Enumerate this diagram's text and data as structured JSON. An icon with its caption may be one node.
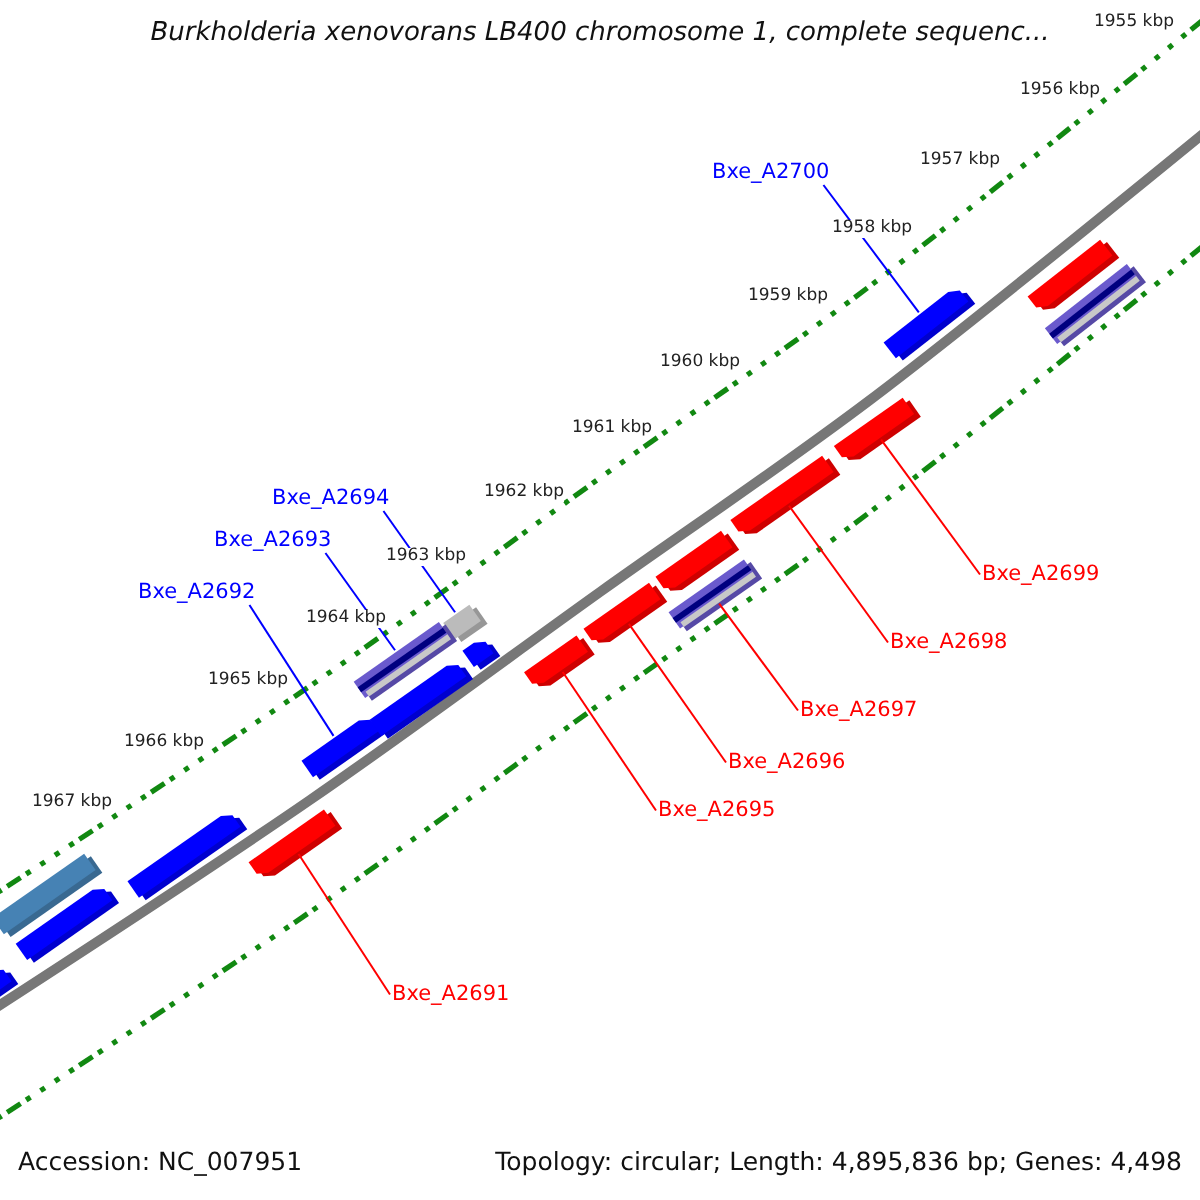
{
  "diagram": {
    "title": "Burkholderia xenovorans LB400 chromosome 1, complete sequenc...",
    "nodes": [
      {
        "text": [
          "Bxe_A2700"
        ]
      },
      {
        "text": [
          "Bxe_A2694"
        ]
      },
      {
        "text": [
          "Bxe_A2693"
        ]
      },
      {
        "text": [
          "Bxe_A2692"
        ]
      },
      {
        "text": [
          "Bxe_A2699"
        ]
      },
      {
        "text": [
          "Bxe_A2698"
        ]
      },
      {
        "text": [
          "Bxe_A2697"
        ]
      },
      {
        "text": [
          "Bxe_A2696"
        ]
      },
      {
        "text": [
          "Bxe_A2695"
        ]
      },
      {
        "text": [
          "Bxe_A2691"
        ]
      },
      {
        "text": [],
        "shape": "arrow"
      },
      {
        "text": [],
        "shape": "bar"
      },
      {
        "text": [],
        "shape": "bar"
      },
      {
        "text": [],
        "shape": "arrow"
      },
      {
        "text": [],
        "shape": "arrow"
      },
      {
        "text": [],
        "shape": "arrow"
      },
      {
        "text": [],
        "shape": "bar"
      },
      {
        "text": [],
        "shape": "arrow"
      },
      {
        "text": [],
        "shape": "arrow"
      },
      {
        "text": [],
        "shape": "arrow"
      },
      {
        "text": [],
        "shape": "arrow"
      },
      {
        "text": [],
        "shape": "bar"
      },
      {
        "text": [],
        "shape": "arrow"
      },
      {
        "text": [],
        "shape": "arrow"
      },
      {
        "text": [],
        "shape": "arrow"
      },
      {
        "text": [],
        "shape": "arrow"
      },
      {
        "text": [],
        "shape": "arrow"
      },
      {
        "text": [],
        "shape": "arrow"
      },
      {
        "text": [],
        "shape": "bar"
      }
    ],
    "edges": [
      {
        "from": 0,
        "to": 10,
        "arrow": "none",
        "color": "#0000ff"
      },
      {
        "from": 1,
        "to": 11,
        "arrow": "none",
        "color": "#0000ff"
      },
      {
        "from": 2,
        "to": 12,
        "arrow": "none",
        "color": "#0000ff"
      },
      {
        "from": 3,
        "to": 13,
        "arrow": "none",
        "color": "#0000ff"
      },
      {
        "from": 4,
        "to": 14,
        "arrow": "none"
      },
      {
        "from": 5,
        "to": 15,
        "arrow": "none"
      },
      {
        "from": 6,
        "to": 16,
        "arrow": "none"
      },
      {
        "from": 7,
        "to": 17,
        "arrow": "none"
      },
      {
        "from": 8,
        "to": 18,
        "arrow": "none"
      },
      {
        "from": 9,
        "to": 19,
        "arrow": "none"
      }
    ],
    "labels": [
      "1955 kbp",
      "1956 kbp",
      "1957 kbp",
      "1958 kbp",
      "1959 kbp",
      "1960 kbp",
      "1961 kbp",
      "1962 kbp",
      "1963 kbp",
      "1964 kbp",
      "1965 kbp",
      "1966 kbp",
      "1967 kbp",
      "Accession: NC_007951",
      "Topology: circular; Length: 4,895,836 bp; Genes: 4,498"
    ]
  }
}
